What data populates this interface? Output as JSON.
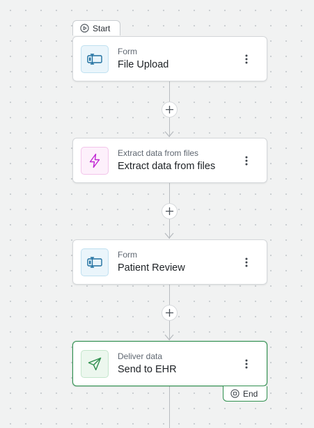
{
  "flow": {
    "start_label": "Start",
    "end_label": "End",
    "nodes": [
      {
        "type": "Form",
        "title": "File Upload",
        "icon": "form-icon",
        "selected": false
      },
      {
        "type": "Extract data from files",
        "title": "Extract data from files",
        "icon": "lightning-icon",
        "selected": false
      },
      {
        "type": "Form",
        "title": "Patient Review",
        "icon": "form-icon",
        "selected": false
      },
      {
        "type": "Deliver data",
        "title": "Send to EHR",
        "icon": "send-icon",
        "selected": true
      }
    ]
  },
  "colors": {
    "canvas_bg": "#f1f2f2",
    "selected_border": "#2f8f4e",
    "form_icon": "#1e6f9f",
    "extract_icon": "#c026d3",
    "deliver_icon": "#2f8f4e"
  }
}
